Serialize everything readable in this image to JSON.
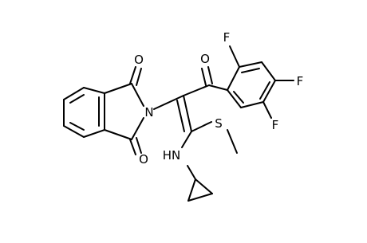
{
  "molecule": {
    "atom_labels": {
      "o_imide_top": "O",
      "o_imide_bottom": "O",
      "n_imide": "N",
      "o_ketone": "O",
      "f_ortho": "F",
      "f_para": "F",
      "f_meta": "F",
      "s_thio": "S",
      "nh_amine": "HN"
    }
  }
}
